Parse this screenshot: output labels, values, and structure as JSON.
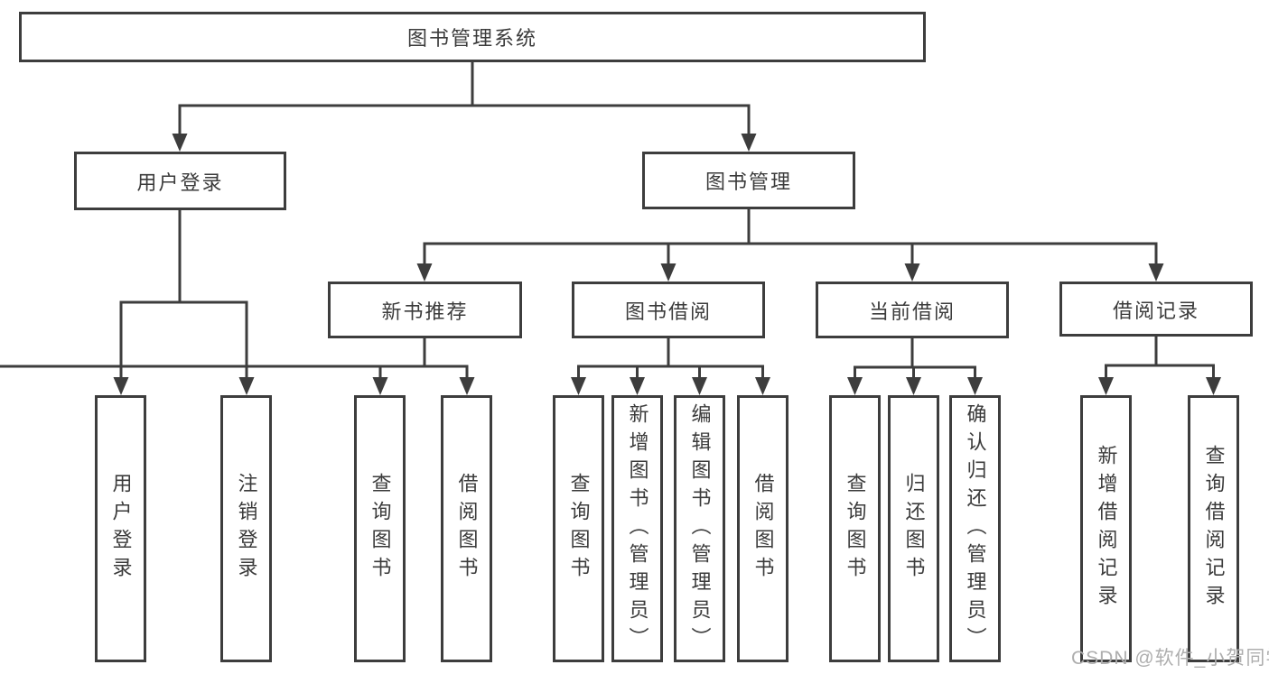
{
  "diagram": {
    "root": {
      "label": "图书管理系统"
    },
    "children": [
      {
        "label": "用户登录",
        "children": [
          {
            "label": "用户登录"
          },
          {
            "label": "注销登录"
          }
        ]
      },
      {
        "label": "图书管理",
        "children": [
          {
            "label": "新书推荐",
            "children": [
              {
                "label": "查询图书"
              },
              {
                "label": "借阅图书"
              }
            ]
          },
          {
            "label": "图书借阅",
            "children": [
              {
                "label": "查询图书"
              },
              {
                "label": "新增图书（管理员）"
              },
              {
                "label": "编辑图书（管理员）"
              },
              {
                "label": "借阅图书"
              }
            ]
          },
          {
            "label": "当前借阅",
            "children": [
              {
                "label": "查询图书"
              },
              {
                "label": "归还图书"
              },
              {
                "label": "确认归还（管理员）"
              }
            ]
          },
          {
            "label": "借阅记录",
            "children": [
              {
                "label": "新增借阅记录"
              },
              {
                "label": "查询借阅记录"
              }
            ]
          }
        ]
      }
    ]
  },
  "watermark": {
    "text": "CSDN @软件_小贺同学"
  },
  "colors": {
    "line": "#3d3d3d",
    "text": "#3b3b3b",
    "watermark": "#aeaeae",
    "background": "#ffffff"
  }
}
